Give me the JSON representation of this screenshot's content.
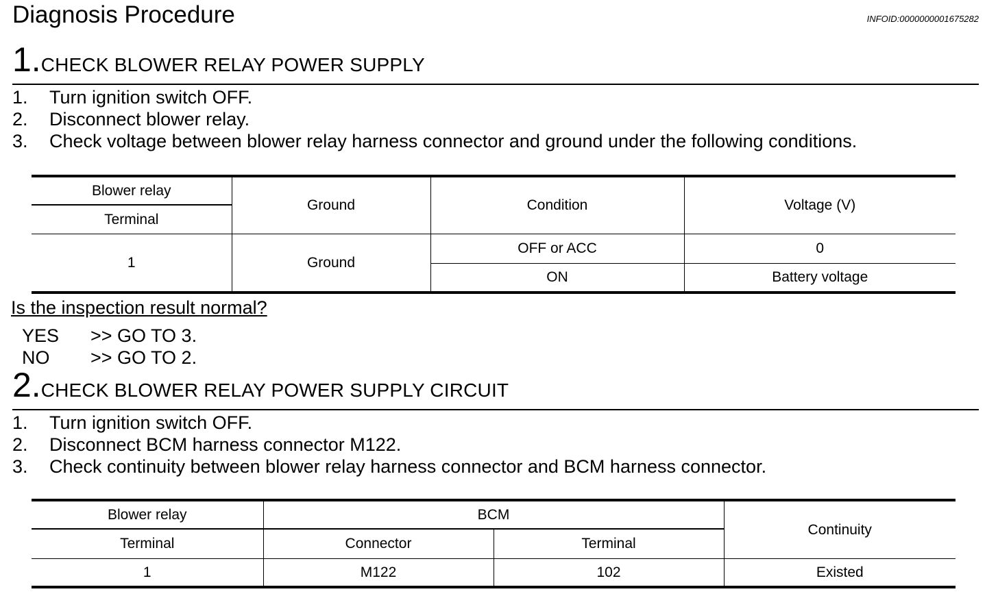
{
  "header": {
    "title": "Diagnosis Procedure",
    "info_id": "INFOID:0000000001675282"
  },
  "step1": {
    "number": "1.",
    "heading": "CHECK BLOWER RELAY POWER SUPPLY",
    "instructions": [
      {
        "n": "1.",
        "text": "Turn ignition switch OFF."
      },
      {
        "n": "2.",
        "text": "Disconnect blower relay."
      },
      {
        "n": "3.",
        "text": "Check voltage between blower relay harness connector and ground under the following conditions."
      }
    ],
    "table": {
      "header_group": "Blower relay",
      "header_terminal": "Terminal",
      "header_ground": "Ground",
      "header_condition": "Condition",
      "header_voltage": "Voltage (V)",
      "terminal": "1",
      "ground": "Ground",
      "rows": [
        {
          "condition": "OFF or ACC",
          "voltage": "0"
        },
        {
          "condition": "ON",
          "voltage": "Battery voltage"
        }
      ]
    },
    "question": "Is the inspection result normal?",
    "answers": [
      {
        "key": "YES",
        "action": ">> GO TO 3."
      },
      {
        "key": "NO",
        "action": ">> GO TO 2."
      }
    ]
  },
  "step2": {
    "number": "2.",
    "heading": "CHECK BLOWER RELAY POWER SUPPLY CIRCUIT",
    "instructions": [
      {
        "n": "1.",
        "text": "Turn ignition switch OFF."
      },
      {
        "n": "2.",
        "text": "Disconnect BCM harness connector M122."
      },
      {
        "n": "3.",
        "text": "Check continuity between blower relay harness connector and BCM harness connector."
      }
    ],
    "table": {
      "header_blower_relay": "Blower relay",
      "header_bcm": "BCM",
      "header_continuity": "Continuity",
      "header_terminal_a": "Terminal",
      "header_connector": "Connector",
      "header_terminal_b": "Terminal",
      "row": {
        "terminal_a": "1",
        "connector": "M122",
        "terminal_b": "102",
        "continuity": "Existed"
      }
    }
  }
}
